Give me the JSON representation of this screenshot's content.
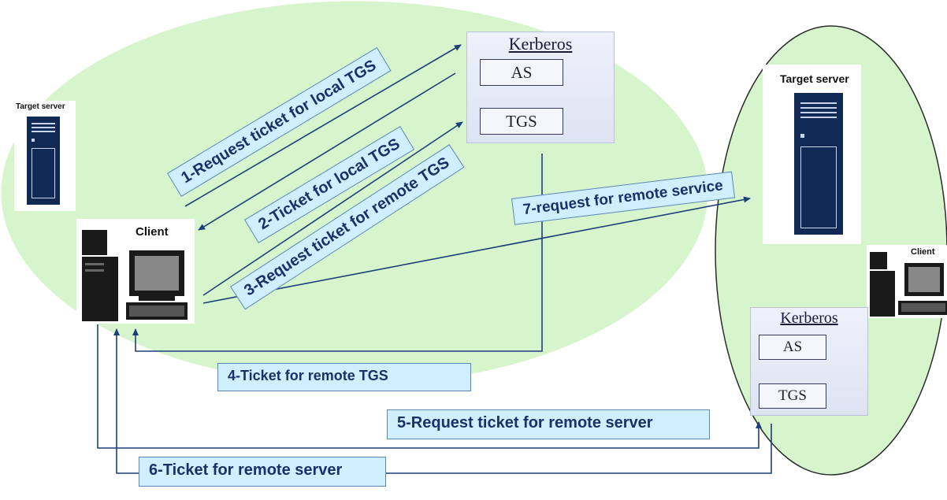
{
  "nodes": {
    "left_target_server": "Target server",
    "left_client": "Client",
    "left_kerberos": {
      "title": "Kerberos",
      "as": "AS",
      "tgs": "TGS"
    },
    "right_target_server": "Target server",
    "right_client": "Client",
    "right_kerberos": {
      "title": "Kerberos",
      "as": "AS",
      "tgs": "TGS"
    }
  },
  "steps": [
    "1-Request ticket for local TGS",
    "2-Ticket for local TGS",
    "3-Request ticket for remote TGS",
    "4-Ticket for remote TGS",
    "5-Request ticket for remote server",
    "6-Ticket for remote server",
    "7-request for remote service"
  ],
  "colors": {
    "realm_fill": "#d6f5cc",
    "label_fill": "#cfefff",
    "arrow": "#1c3f7a",
    "server": "#102a55"
  }
}
